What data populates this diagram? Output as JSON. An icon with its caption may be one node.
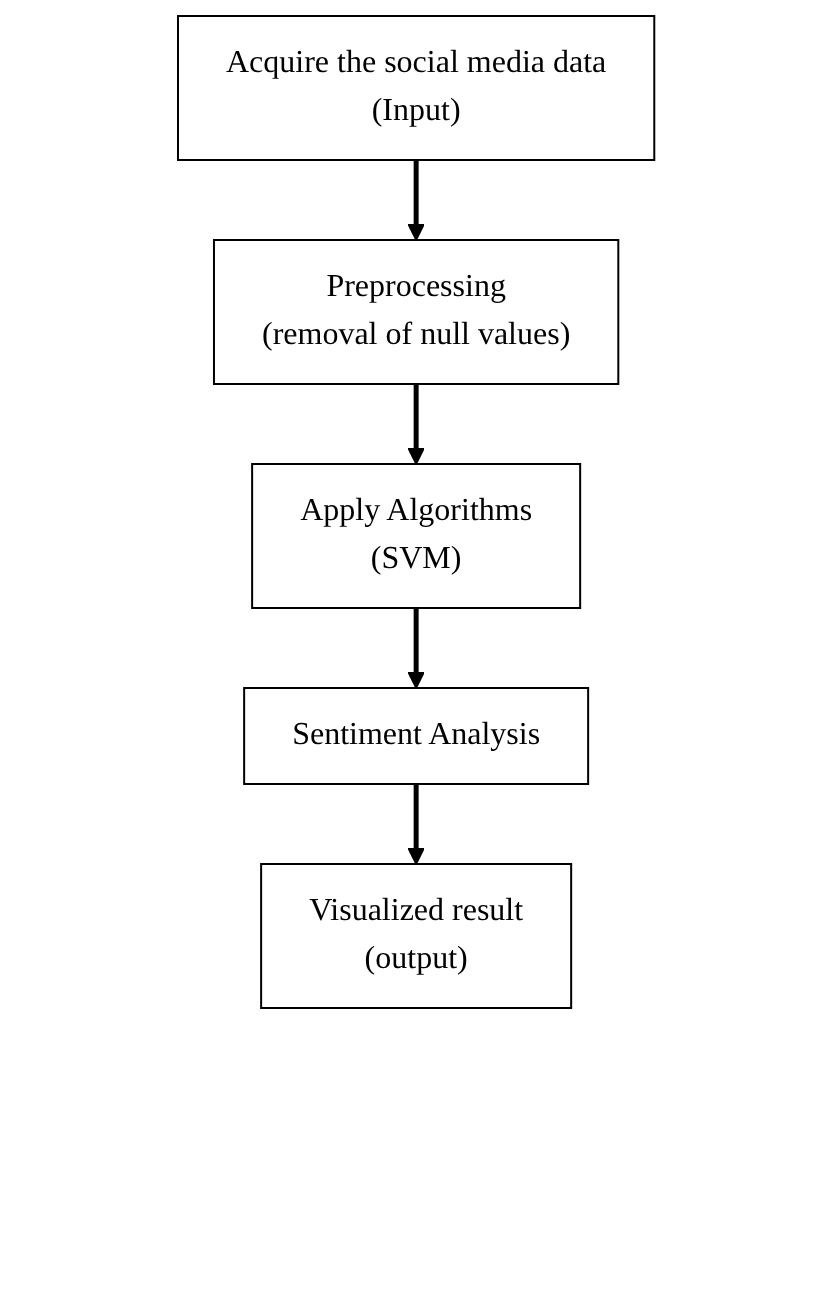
{
  "diagram": {
    "nodes": [
      {
        "text": [
          "Acquire the social media data",
          "(Input)"
        ]
      },
      {
        "text": [
          "Preprocessing",
          "(removal of null values)"
        ]
      },
      {
        "text": [
          "Apply Algorithms",
          "(SVM)"
        ]
      },
      {
        "text": [
          "Sentiment Analysis"
        ]
      },
      {
        "text": [
          "Visualized result",
          "(output)"
        ]
      }
    ],
    "edges": [
      {
        "from": 0,
        "to": 1,
        "arrow": "to"
      },
      {
        "from": 1,
        "to": 2,
        "arrow": "to"
      },
      {
        "from": 2,
        "to": 3,
        "arrow": "to"
      },
      {
        "from": 3,
        "to": 4,
        "arrow": "to"
      }
    ]
  }
}
